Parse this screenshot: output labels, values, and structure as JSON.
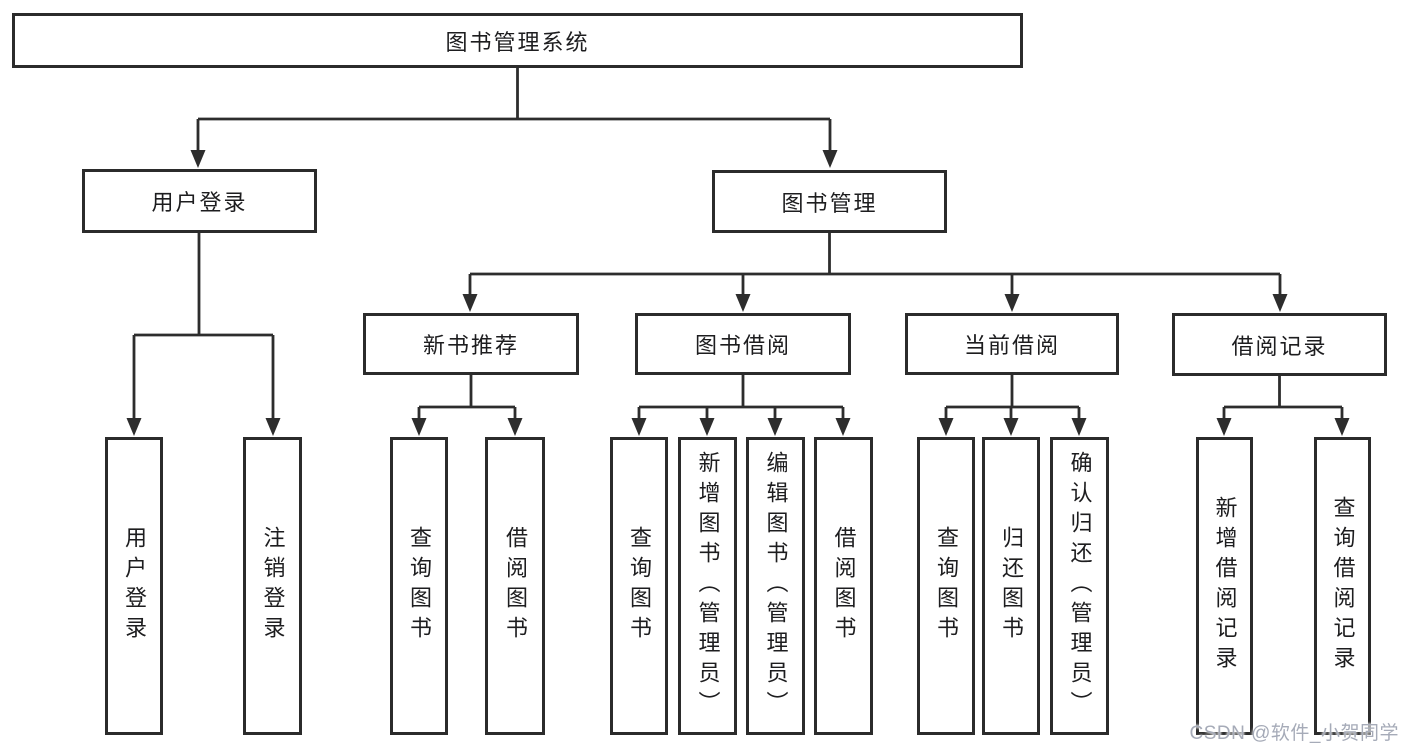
{
  "watermark": "CSDN @软件_小贺同学",
  "colors": {
    "line": "#2d2d2d",
    "box_border": "#2b2b2b",
    "text": "#1d1d1f",
    "watermark": "#a6abb8",
    "background": "#ffffff"
  },
  "nodes": {
    "root": {
      "label": "图书管理系统"
    },
    "user_login": {
      "label": "用户登录",
      "parent": "图书管理系统"
    },
    "book_mgmt": {
      "label": "图书管理",
      "parent": "图书管理系统"
    },
    "new_book_rec": {
      "label": "新书推荐",
      "parent": "图书管理"
    },
    "book_borrow": {
      "label": "图书借阅",
      "parent": "图书管理"
    },
    "current_borrow": {
      "label": "当前借阅",
      "parent": "图书管理"
    },
    "borrow_records": {
      "label": "借阅记录",
      "parent": "图书管理"
    },
    "leaves": [
      {
        "label": "用户登录",
        "parent": "用户登录"
      },
      {
        "label": "注销登录",
        "parent": "用户登录"
      },
      {
        "label": "查询图书",
        "parent": "新书推荐"
      },
      {
        "label": "借阅图书",
        "parent": "新书推荐"
      },
      {
        "label": "查询图书",
        "parent": "图书借阅"
      },
      {
        "label": "新增图书（管理员）",
        "parent": "图书借阅"
      },
      {
        "label": "编辑图书（管理员）",
        "parent": "图书借阅"
      },
      {
        "label": "借阅图书",
        "parent": "图书借阅"
      },
      {
        "label": "查询图书",
        "parent": "当前借阅"
      },
      {
        "label": "归还图书",
        "parent": "当前借阅"
      },
      {
        "label": "确认归还（管理员）",
        "parent": "当前借阅"
      },
      {
        "label": "新增借阅记录",
        "parent": "借阅记录"
      },
      {
        "label": "查询借阅记录",
        "parent": "借阅记录"
      }
    ]
  }
}
